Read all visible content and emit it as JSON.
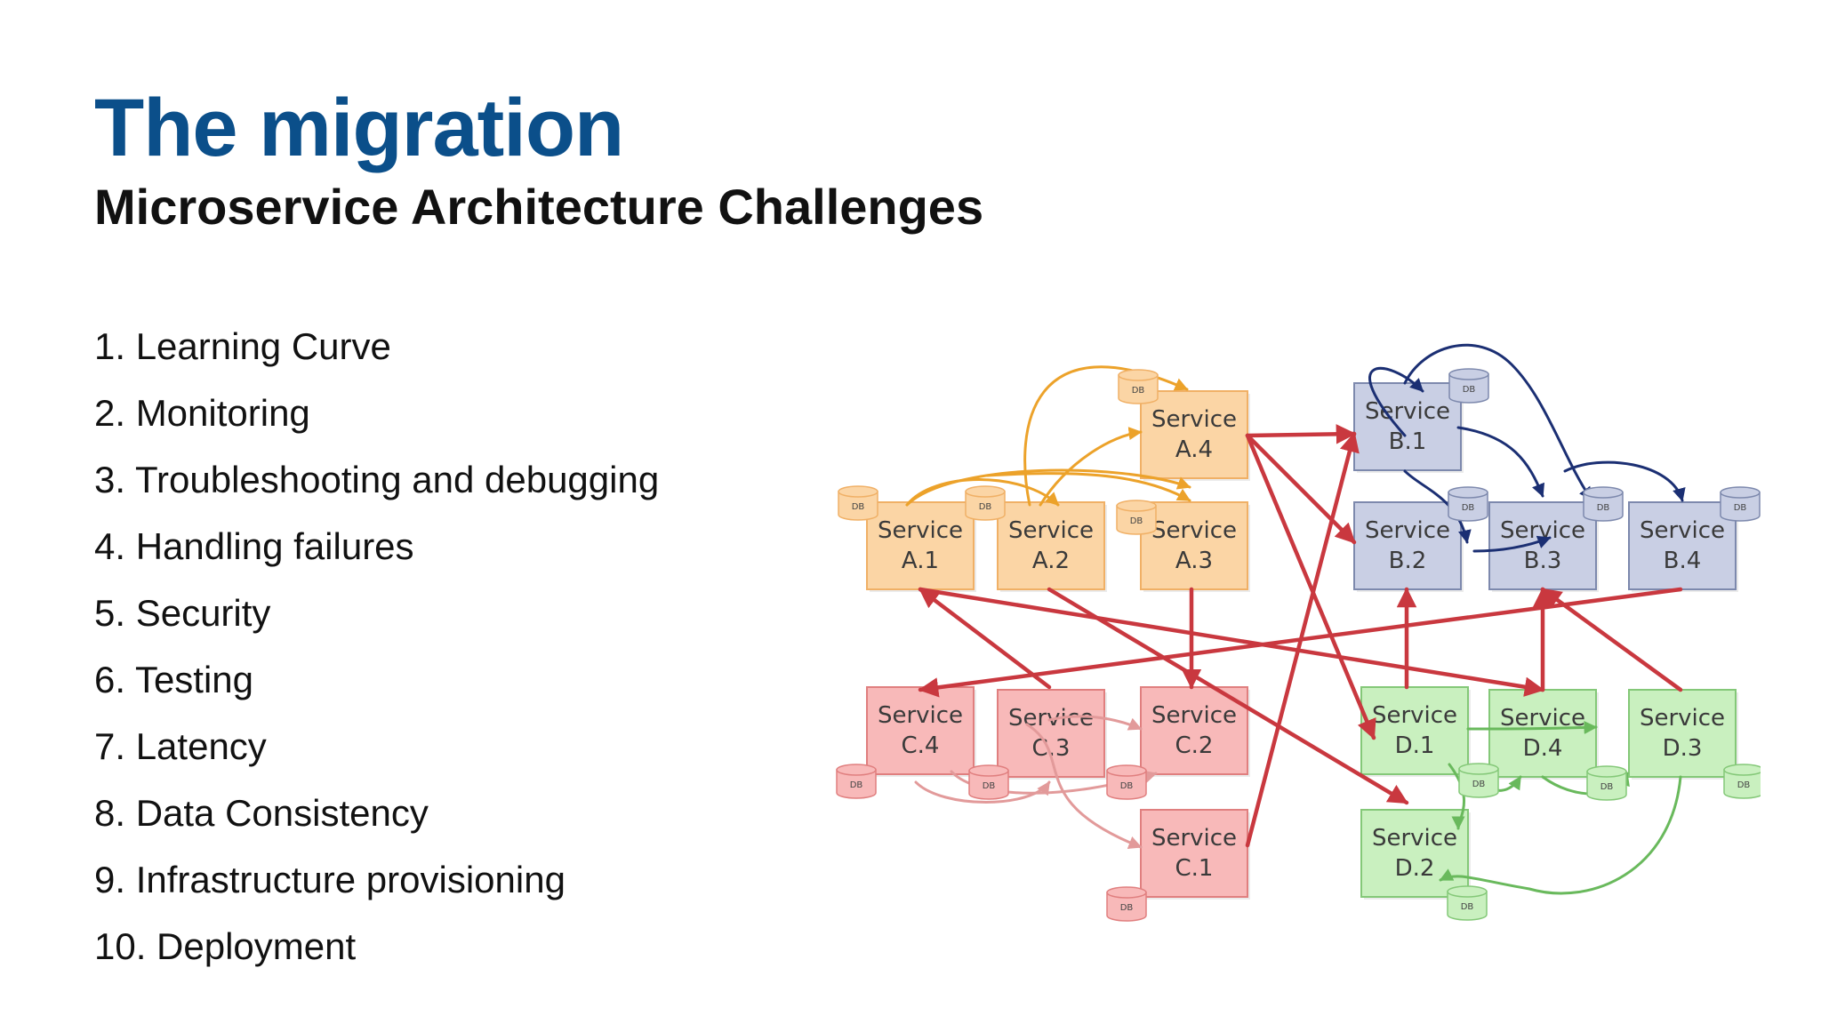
{
  "header": {
    "title": "The migration",
    "subtitle": "Microservice Architecture Challenges"
  },
  "challenges": [
    "1. Learning Curve",
    "2. Monitoring",
    "3. Troubleshooting and debugging",
    "4. Handling failures",
    "5. Security",
    "6. Testing",
    "7. Latency",
    "8. Data Consistency",
    "9. Infrastructure provisioning",
    "10. Deployment"
  ],
  "diagram": {
    "db_label": "DB",
    "colors": {
      "A": {
        "fill": "#fbd5a5",
        "stroke": "#f0b066",
        "edge": "#eca22a"
      },
      "B": {
        "fill": "#c9cfe4",
        "stroke": "#7d89ad",
        "edge": "#1b2f73"
      },
      "C": {
        "fill": "#f8b9b9",
        "stroke": "#e07f7f",
        "edge": "#e29a9a"
      },
      "D": {
        "fill": "#c9f0bf",
        "stroke": "#84c878",
        "edge": "#69b95c"
      },
      "cross": "#c9383f"
    },
    "services": [
      {
        "id": "A.1",
        "group": "A",
        "line1": "Service",
        "line2": "A.1"
      },
      {
        "id": "A.2",
        "group": "A",
        "line1": "Service",
        "line2": "A.2"
      },
      {
        "id": "A.3",
        "group": "A",
        "line1": "Service",
        "line2": "A.3"
      },
      {
        "id": "A.4",
        "group": "A",
        "line1": "Service",
        "line2": "A.4"
      },
      {
        "id": "B.1",
        "group": "B",
        "line1": "Service",
        "line2": "B.1"
      },
      {
        "id": "B.2",
        "group": "B",
        "line1": "Service",
        "line2": "B.2"
      },
      {
        "id": "B.3",
        "group": "B",
        "line1": "Service",
        "line2": "B.3"
      },
      {
        "id": "B.4",
        "group": "B",
        "line1": "Service",
        "line2": "B.4"
      },
      {
        "id": "C.1",
        "group": "C",
        "line1": "Service",
        "line2": "C.1"
      },
      {
        "id": "C.2",
        "group": "C",
        "line1": "Service",
        "line2": "C.2"
      },
      {
        "id": "C.3",
        "group": "C",
        "line1": "Service",
        "line2": "C.3"
      },
      {
        "id": "C.4",
        "group": "C",
        "line1": "Service",
        "line2": "C.4"
      },
      {
        "id": "D.1",
        "group": "D",
        "line1": "Service",
        "line2": "D.1"
      },
      {
        "id": "D.2",
        "group": "D",
        "line1": "Service",
        "line2": "D.2"
      },
      {
        "id": "D.3",
        "group": "D",
        "line1": "Service",
        "line2": "D.3"
      },
      {
        "id": "D.4",
        "group": "D",
        "line1": "Service",
        "line2": "D.4"
      }
    ]
  }
}
